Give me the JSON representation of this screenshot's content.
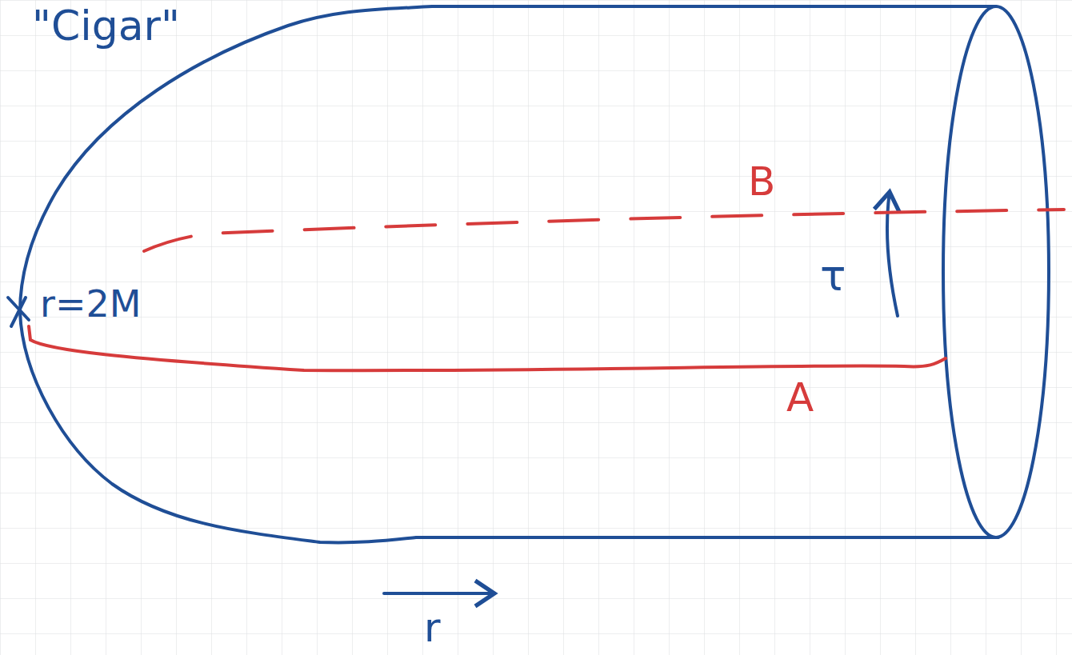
{
  "diagram": {
    "labels": [
      "\"Cigar\"",
      "r=2M",
      "B",
      "A",
      "τ",
      "r"
    ]
  }
}
